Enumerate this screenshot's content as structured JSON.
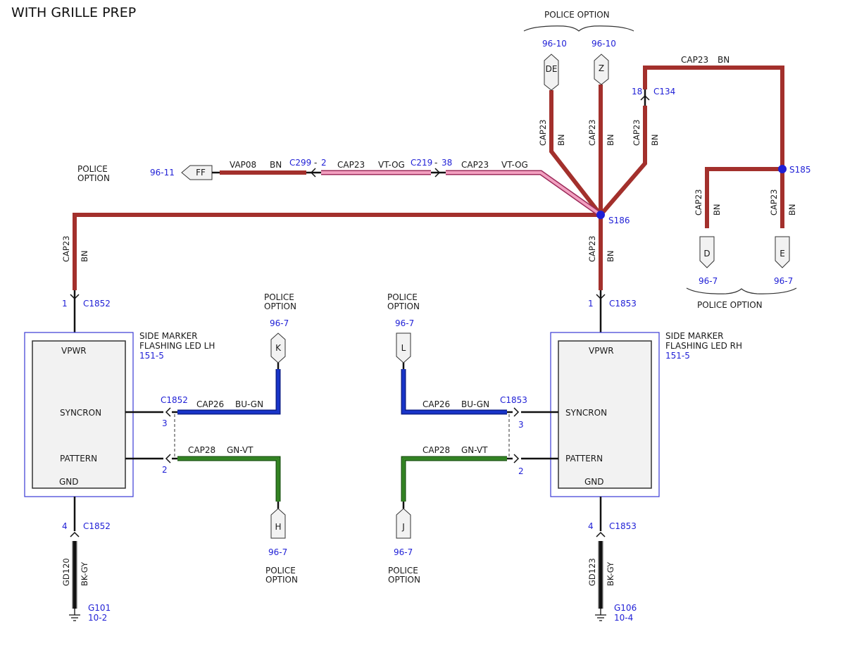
{
  "title": "WITH GRILLE PREP",
  "colors": {
    "bn": "#a3302c",
    "pink": "#f2a0c0",
    "pink_edge": "#9c2a5a",
    "blue_wire": "#1834c8",
    "green_wire": "#3f9a2c",
    "green_dark": "#1e5a14",
    "black_wire": "#111111",
    "ref_blue": "#1f1fd6",
    "module_border": "#3a3ad4",
    "module_fill": "#f2f2f2"
  },
  "police_option": "POLICE OPTION",
  "police_option_line1": "POLICE",
  "police_option_line2": "OPTION",
  "top_connectors": {
    "de": {
      "ref": "96-10",
      "letter": "DE"
    },
    "z": {
      "ref": "96-10",
      "letter": "Z"
    }
  },
  "ff": {
    "ref": "96-11",
    "letter": "FF"
  },
  "right_connectors": {
    "d": {
      "ref": "96-7",
      "letter": "D"
    },
    "e": {
      "ref": "96-7",
      "letter": "E"
    }
  },
  "splices": {
    "s186": "S186",
    "s185": "S185"
  },
  "inline": {
    "c299": {
      "name": "C299",
      "dash": "-",
      "pin": "2"
    },
    "c219": {
      "name": "C219",
      "dash": "-",
      "pin": "38"
    },
    "c134": {
      "name": "C134",
      "pin": "18"
    }
  },
  "wires": {
    "vap08": {
      "circuit": "VAP08",
      "color": "BN"
    },
    "cap23_pink": {
      "circuit": "CAP23",
      "color": "VT-OG"
    },
    "cap23": {
      "circuit": "CAP23",
      "color": "BN"
    },
    "cap26": {
      "circuit": "CAP26",
      "color": "BU-GN"
    },
    "cap28": {
      "circuit": "CAP28",
      "color": "GN-VT"
    },
    "gd120": {
      "circuit": "GD120",
      "color": "BK-GY"
    },
    "gd123": {
      "circuit": "GD123",
      "color": "BK-GY"
    }
  },
  "lh": {
    "name_line1": "SIDE MARKER",
    "name_line2": "FLASHING LED LH",
    "ref": "151-5",
    "vpwr": "VPWR",
    "syncron": "SYNCRON",
    "pattern": "PATTERN",
    "gnd": "GND",
    "conn": "C1852",
    "pin_vpwr": "1",
    "pin_sync": "3",
    "pin_pattern": "2",
    "pin_gnd": "4",
    "k": {
      "ref": "96-7",
      "letter": "K"
    },
    "h": {
      "ref": "96-7",
      "letter": "H"
    },
    "ground": {
      "name": "G101",
      "ref": "10-2"
    }
  },
  "rh": {
    "name_line1": "SIDE MARKER",
    "name_line2": "FLASHING LED RH",
    "ref": "151-5",
    "vpwr": "VPWR",
    "syncron": "SYNCRON",
    "pattern": "PATTERN",
    "gnd": "GND",
    "conn": "C1853",
    "pin_vpwr": "1",
    "pin_sync": "3",
    "pin_pattern": "2",
    "pin_gnd": "4",
    "l": {
      "ref": "96-7",
      "letter": "L"
    },
    "j": {
      "ref": "96-7",
      "letter": "J"
    },
    "ground": {
      "name": "G106",
      "ref": "10-4"
    }
  }
}
